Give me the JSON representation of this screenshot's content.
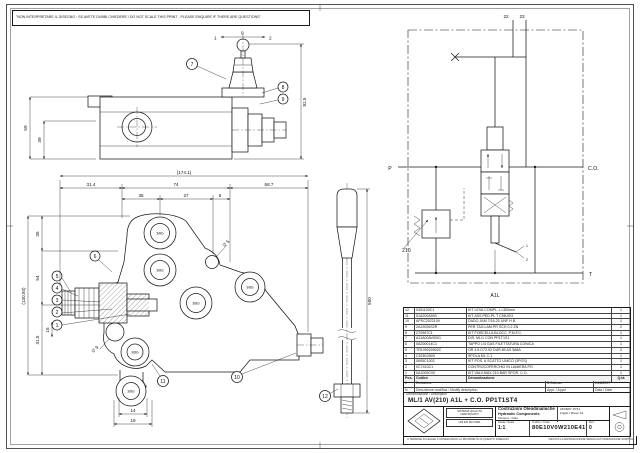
{
  "note": "\"NON INTERPRETARE IL DISEGNO : SE AVETE DUBBI CHIEDERE / DO NOT SCALE THIS PRINT - PLEASE ENQUIRE IF THERE ARE QUESTIONS\"",
  "side_view": {
    "pos_left": "1",
    "pos_center": "0",
    "pos_right": "2",
    "balloon_7": "7",
    "balloon_8": "8",
    "balloon_9": "9",
    "dim_body_height": "59",
    "dim_inner_height": "39",
    "dim_overall_height": "82.5"
  },
  "front_view": {
    "port_thread": "3/8G",
    "dim_overall_width": "(174.1)",
    "dim_left_offset": "31.4",
    "dim_center_span": "74",
    "dim_right_span": "68.7",
    "dim_sub_a": "35",
    "dim_sub_b": "27",
    "dim_sub_c": "5",
    "dim_overall_height": "(130.50)",
    "dim_h_top": "35",
    "dim_h_mid": "54",
    "dim_h_bottom": "31.5",
    "dim_h_inner": "15",
    "dim_bottom_a": "14",
    "dim_bottom_b": "19",
    "dia_note_a": "∅ 9",
    "dia_note_b": "∅ 5",
    "balloon_1": "1",
    "balloon_2": "2",
    "balloon_3": "3",
    "balloon_4": "4",
    "balloon_5": "5",
    "balloon_6": "6",
    "balloon_10": "10",
    "balloon_11": "11"
  },
  "handle_view": {
    "dim_length": "500",
    "balloon_12": "12"
  },
  "schematic": {
    "label_p": "P",
    "label_co": "C.O.",
    "label_t": "T",
    "label_section": "A1L",
    "relief_pressure": "210",
    "top_dim_a": "22",
    "top_dim_b": "23",
    "lever_pos_a": "1",
    "lever_pos_b": "2"
  },
  "parts_list": {
    "rows": [
      {
        "pos": "12",
        "code": "0391100C1",
        "desc": "KIT LEVA COMPL. L=300mm",
        "qty": "1"
      },
      {
        "pos": "11",
        "code": "01A200A500",
        "desc": "KIT ASS.PED.PL T CHIUSO",
        "qty": "1"
      },
      {
        "pos": "10",
        "code": "APSC202210V",
        "desc": "DADO JAM 7/16-20 UNF H.B.",
        "qty": "1"
      },
      {
        "pos": "9",
        "code": "2A19026S2R",
        "desc": "PER.TAG.LAM.PR SCH 0.2 ZN",
        "qty": "2"
      },
      {
        "pos": "8",
        "code": "2T0967C1",
        "desc": "KIT FORCELLA BLOCC. P.M.F.C.",
        "qty": "1"
      },
      {
        "pos": "7",
        "code": "A11A00AV0001",
        "desc": "DIS. ML/1 CON PP1T1S1",
        "qty": "1"
      },
      {
        "pos": "6",
        "code": "0A200014C1",
        "desc": "TAPPO 1/4 GAS FILETTATURA CONICA",
        "qty": "1"
      },
      {
        "pos": "5",
        "code": "TR109020902C",
        "desc": "OR 4.8 D72.92 DUR.80 AS 568A",
        "qty": "2"
      },
      {
        "pos": "4",
        "code": "C51B12600",
        "desc": "SPOLA ML C.1",
        "qty": "1"
      },
      {
        "pos": "3",
        "code": "0695C1002",
        "desc": "KIT POS. A SCATTO UNICO (3POS)",
        "qty": "1"
      },
      {
        "pos": "2",
        "code": "0C7410C1",
        "desc": "CONTROCOPERCHIO IN LAMIERA PO",
        "qty": "1"
      },
      {
        "pos": "1",
        "code": "0A1000C00",
        "desc": "KIT VALV.MAX 210 BAR SPOR. C.O.",
        "qty": "1"
      }
    ],
    "footer": {
      "pos": "Pos.",
      "code": "Codice",
      "desc": "Denominazione",
      "qty": "Q.tà"
    }
  },
  "revision": {
    "rev": "0",
    "desc": "Emissione",
    "appr": "B.Colman",
    "date": "24/8/2007",
    "h_rev": "N.",
    "h_desc": "Descrizione modifica / Modify description",
    "h_appr": "Appr. / Appd.",
    "h_date": "Data / Date"
  },
  "title_block": {
    "denom_label": "Denominazione / Description",
    "title": "ML/1 AV(210) A1L + C.O. PP1T1ST4",
    "company_line1": "Costruzioni Oleodinamiche",
    "company_line2": "Hydraulic Components",
    "company_line3": "Modena - Italia",
    "stamp_line1": "SISTEMA QUALITÀ",
    "stamp_line2": "CERTIFICATO",
    "stamp_line3": "UNI EN ISO 9001",
    "datetime": "23/08/07 15:51",
    "sheet_label": "Foglio / Sheet",
    "sheet": "1/1",
    "scale_label": "Scala / Scale",
    "scale": "1:1",
    "code_label": "Codice / Code",
    "code": "80E10V0W210E41",
    "rev_label": "Rev.",
    "rev": "0",
    "legal_left": "A TERMINE DI LEGGE CI RISERVIAMO LA PROPRIETÀ DI QUESTO DISEGNO",
    "legal_right": "VIETATA LA RIPRODUZIONE SENZA AUTORIZZAZIONE SCRITTA"
  }
}
